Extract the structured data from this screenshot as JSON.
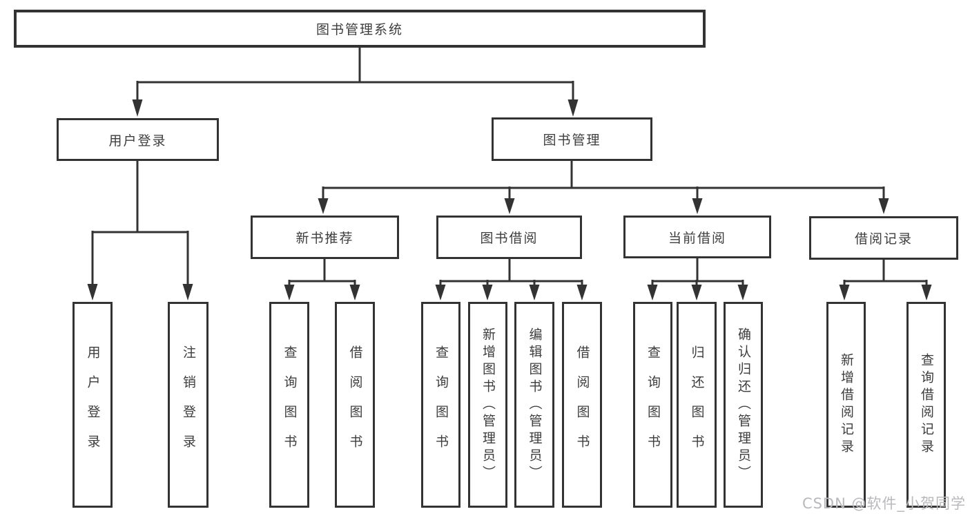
{
  "diagram": {
    "root_label": "图书管理系统",
    "level2": {
      "user_login": "用户登录",
      "book_management": "图书管理"
    },
    "user_login_children": [
      "用户登录",
      "注销登录"
    ],
    "groups": [
      {
        "label": "新书推荐",
        "children": [
          "查询图书",
          "借阅图书"
        ]
      },
      {
        "label": "图书借阅",
        "children": [
          "查询图书",
          "新增图书（管理员）",
          "编辑图书（管理员）",
          "借阅图书"
        ]
      },
      {
        "label": "当前借阅",
        "children": [
          "查询图书",
          "归还图书",
          "确认归还（管理员）"
        ]
      },
      {
        "label": "借阅记录",
        "children": [
          "新增借阅记录",
          "查询借阅记录"
        ]
      }
    ],
    "watermark": "CSDN @软件_小贺同学",
    "colors": {
      "line": "#333333",
      "text": "#3d3d3d",
      "watermark_color": "#b9b9bd",
      "background": "#ffffff"
    }
  }
}
